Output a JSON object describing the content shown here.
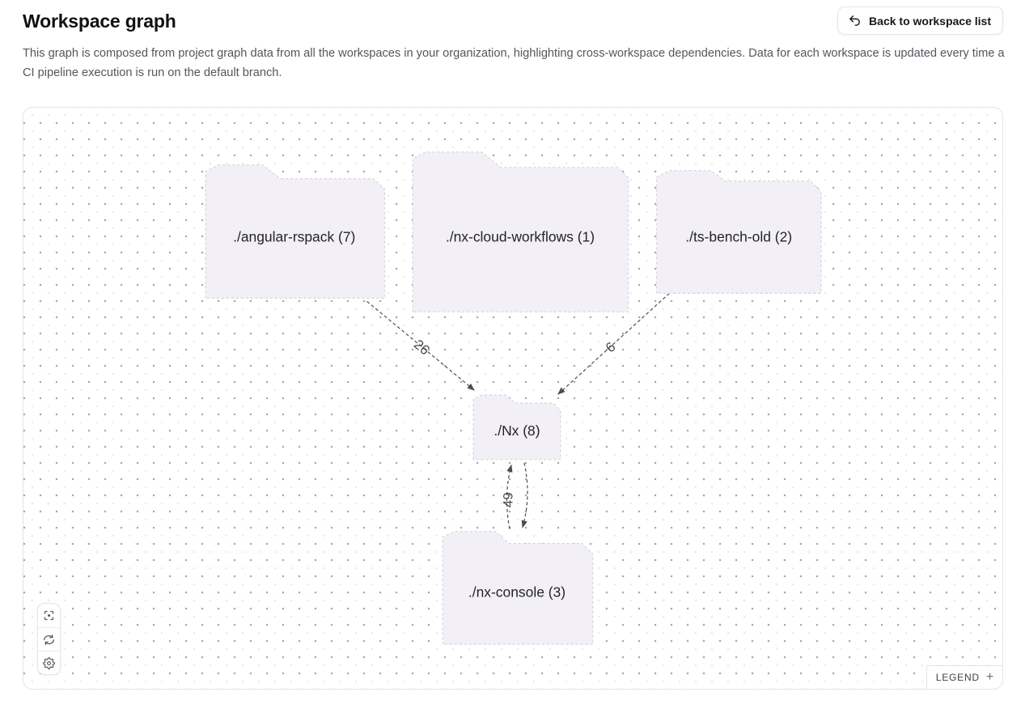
{
  "header": {
    "title": "Workspace graph",
    "back_button_label": "Back to workspace list",
    "description": "This graph is composed from project graph data from all the workspaces in your organization, highlighting cross-workspace dependencies. Data for each workspace is updated every time a CI pipeline execution is run on the default branch."
  },
  "graph": {
    "nodes": [
      {
        "id": "angular-rspack",
        "label": "./angular-rspack (7)",
        "project_count": 7
      },
      {
        "id": "nx-cloud-workflows",
        "label": "./nx-cloud-workflows (1)",
        "project_count": 1
      },
      {
        "id": "ts-bench-old",
        "label": "./ts-bench-old (2)",
        "project_count": 2
      },
      {
        "id": "nx",
        "label": "./Nx (8)",
        "project_count": 8
      },
      {
        "id": "nx-console",
        "label": "./nx-console (3)",
        "project_count": 3
      }
    ],
    "edges": [
      {
        "from": "./angular-rspack",
        "to": "./Nx",
        "count": "26"
      },
      {
        "from": "./ts-bench-old",
        "to": "./Nx",
        "count": "6"
      },
      {
        "from": "./nx-console",
        "to": "./Nx",
        "count": "49",
        "bidirectional": true
      }
    ]
  },
  "toolbar": {
    "buttons": [
      "focus",
      "refresh",
      "settings"
    ]
  },
  "legend": {
    "label": "LEGEND",
    "expand_icon": "+"
  },
  "colors": {
    "node_fill": "#f2f0f6",
    "node_border": "#d6d3de",
    "edge_stroke": "#4c4c55",
    "panel_border": "#e4e4e7",
    "dot_grid": "#a7a5af",
    "text_muted": "#55555e"
  }
}
